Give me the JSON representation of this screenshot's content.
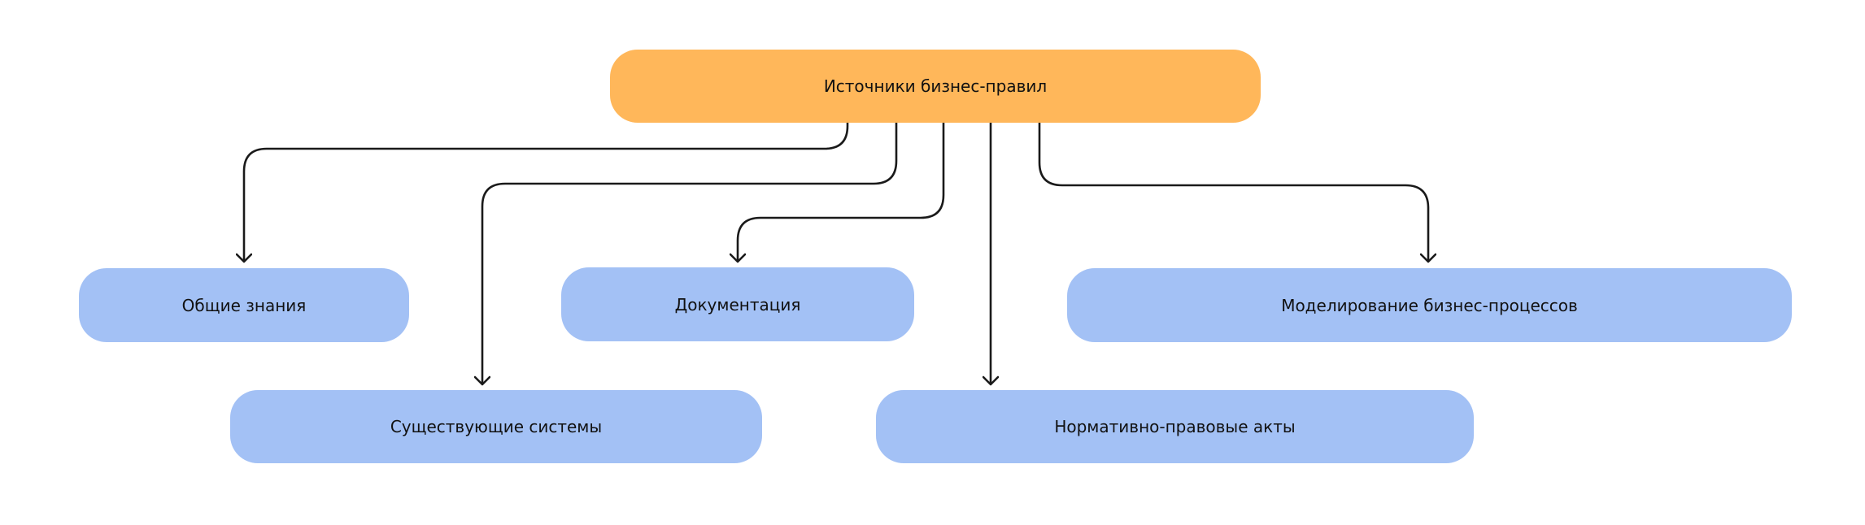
{
  "diagram": {
    "root": {
      "label": "Источники бизнес-правил",
      "color": "#FFB75A"
    },
    "children": [
      {
        "label": "Общие знания",
        "color": "#A3C1F5"
      },
      {
        "label": "Документация",
        "color": "#A3C1F5"
      },
      {
        "label": "Моделирование бизнес-процессов",
        "color": "#A3C1F5"
      },
      {
        "label": "Существующие системы",
        "color": "#A3C1F5"
      },
      {
        "label": "Нормативно-правовые акты",
        "color": "#A3C1F5"
      }
    ],
    "edge_color": "#1a1a1a"
  }
}
